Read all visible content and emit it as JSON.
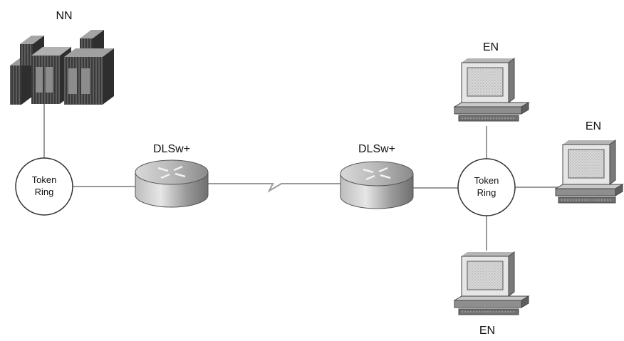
{
  "nodes": {
    "nn_label": "NN",
    "token_ring_left": {
      "line1": "Token",
      "line2": "Ring"
    },
    "token_ring_right": {
      "line1": "Token",
      "line2": "Ring"
    },
    "router_left_label": "DLSw+",
    "router_right_label": "DLSw+",
    "en_top_label": "EN",
    "en_right_label": "EN",
    "en_bottom_label": "EN"
  },
  "icons": {
    "mainframe": "mainframe-icon",
    "router": "router-icon",
    "workstation": "workstation-icon"
  }
}
